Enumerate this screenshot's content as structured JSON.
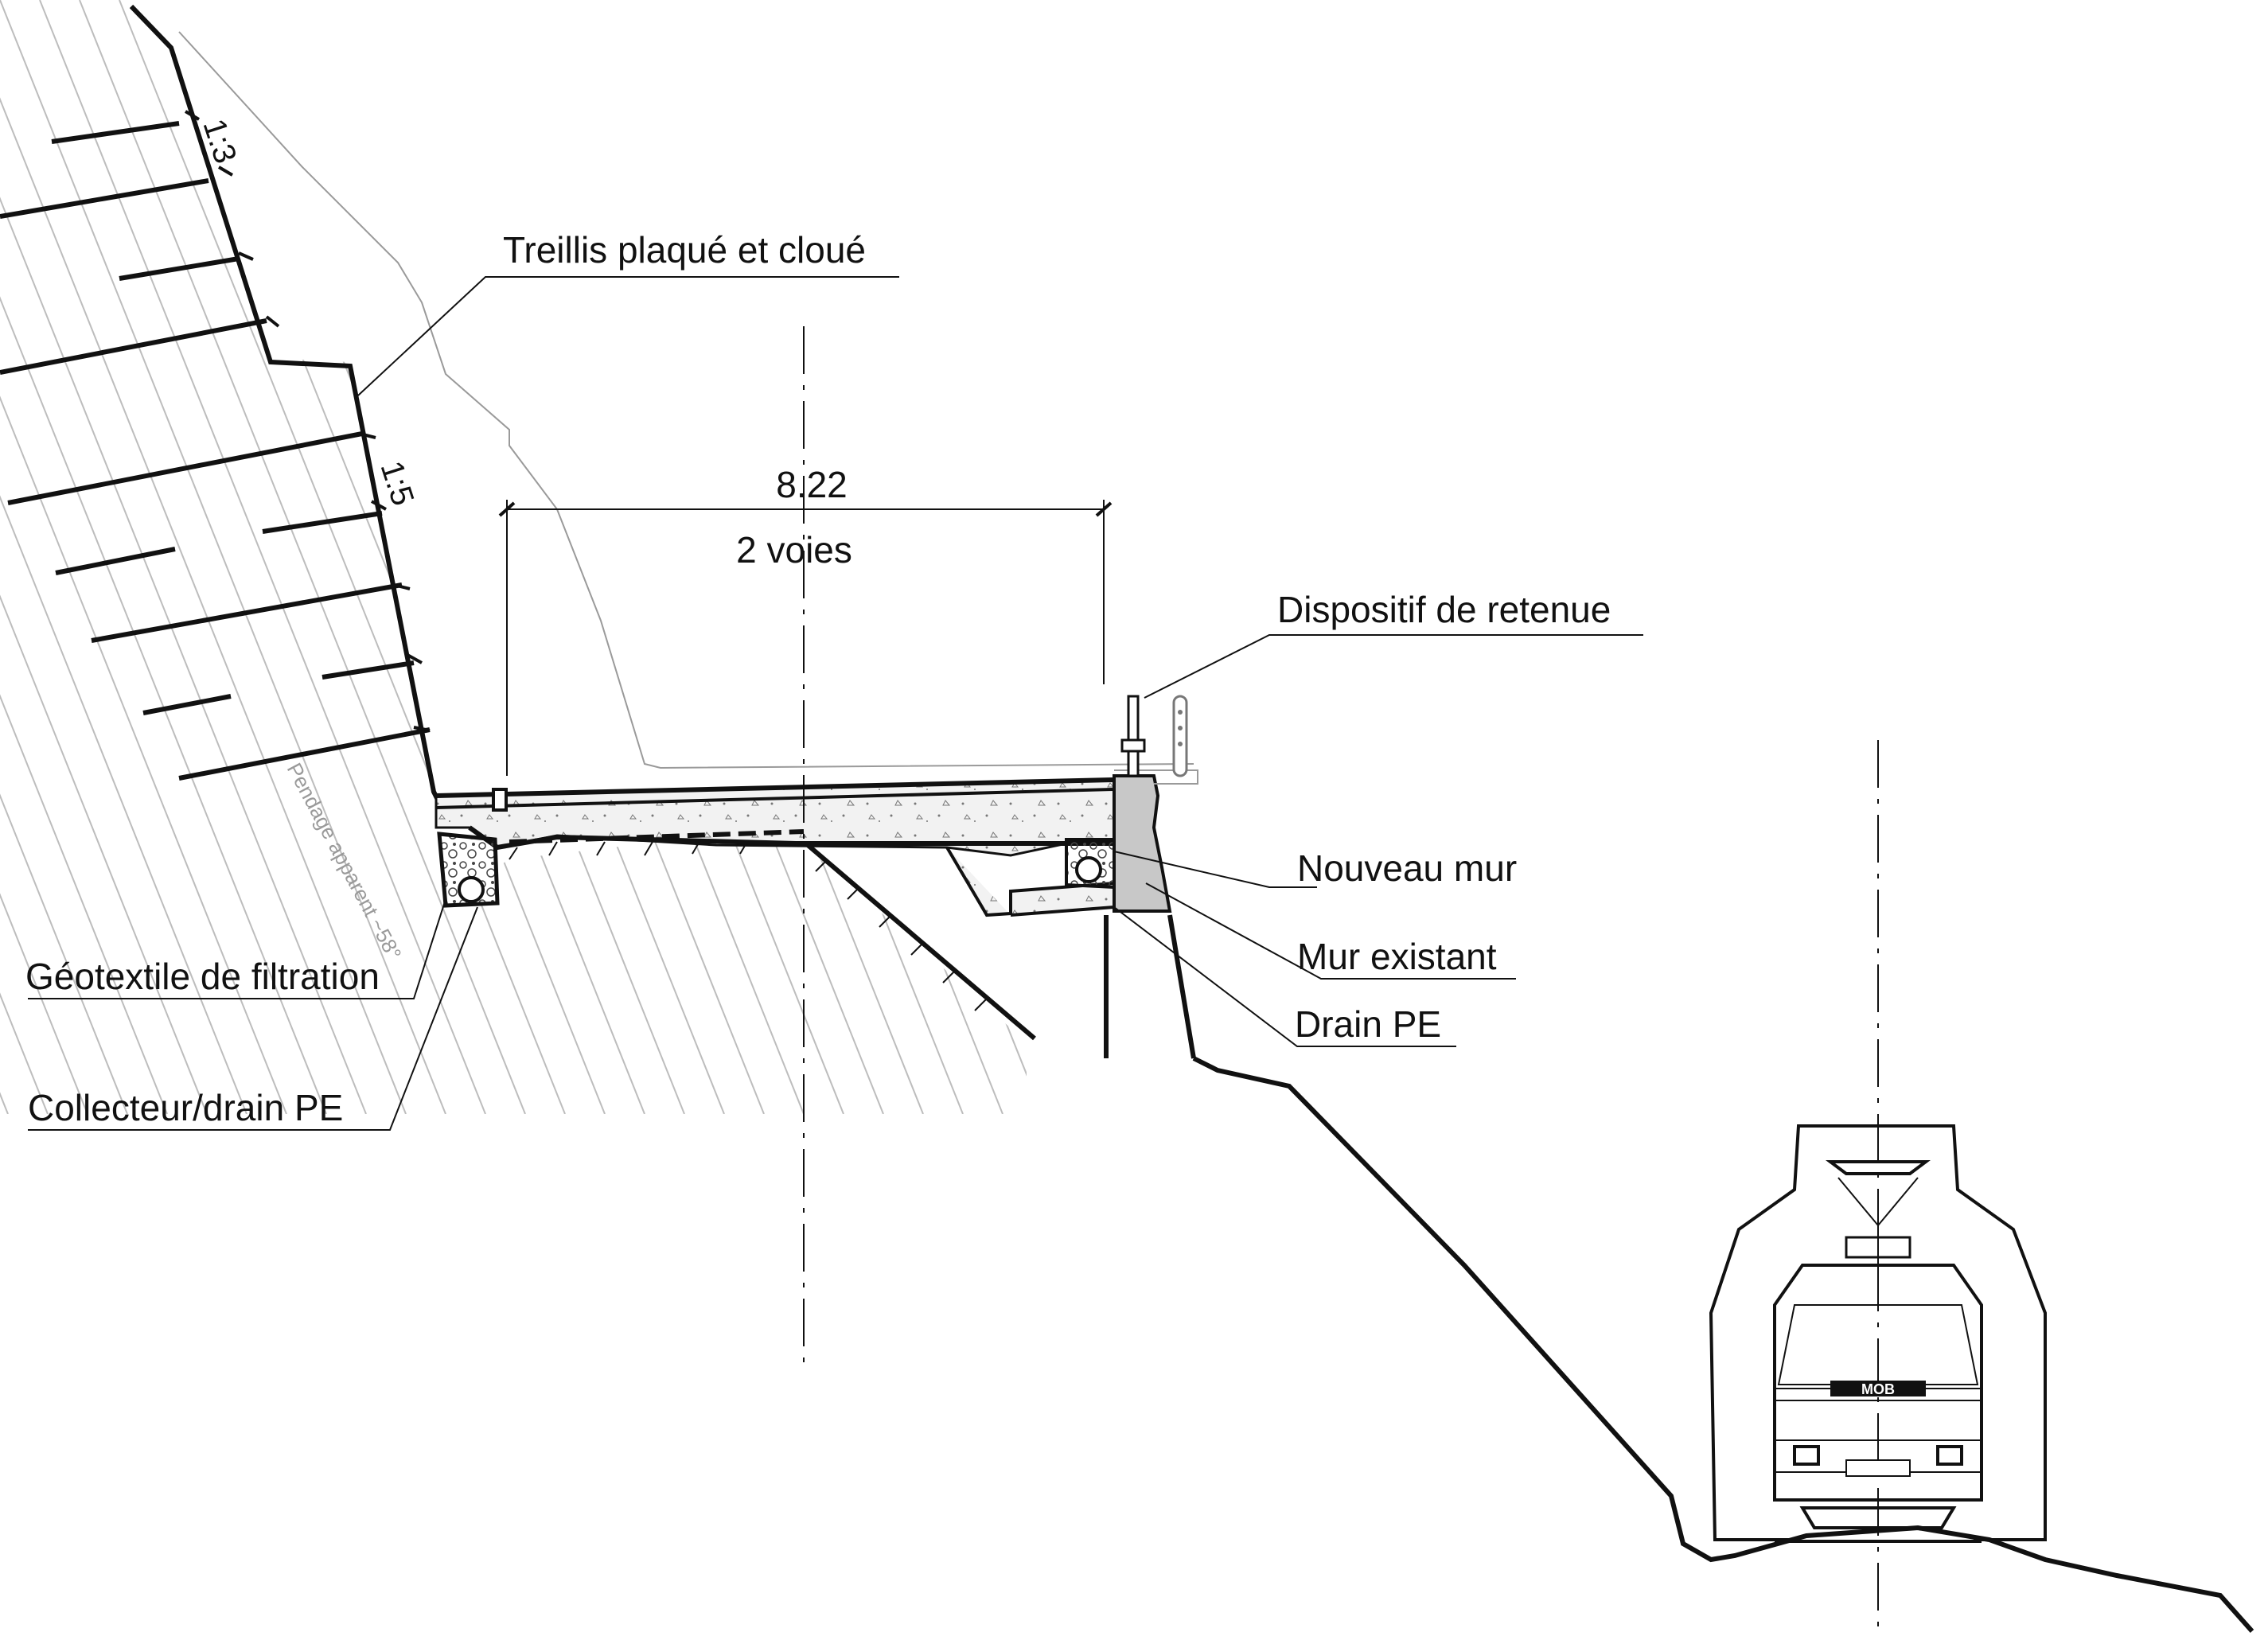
{
  "labels": {
    "treillis": "Treillis plaqué et cloué",
    "dimension_value": "8.22",
    "dimension_text": "2 voies",
    "dispositif": "Dispositif de retenue",
    "nouveau_mur": "Nouveau mur",
    "mur_existant": "Mur existant",
    "drain_pe": "Drain PE",
    "geotextile": "Géotextile de filtration",
    "collecteur": "Collecteur/drain PE",
    "pendage": "Pendage apparent ~58°",
    "slope_upper": "1:3",
    "slope_lower": "1:5",
    "train_marking": "MOB"
  }
}
